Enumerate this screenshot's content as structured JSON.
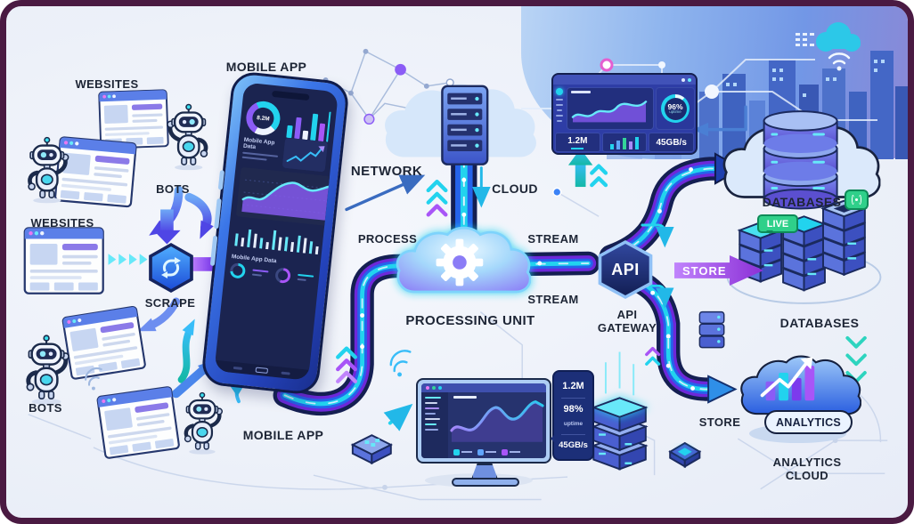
{
  "frame": {
    "border_color": "#4a1a42",
    "background": "#edf1f9"
  },
  "labels": {
    "websites_top": "WEBSITES",
    "bots_top": "BOTS",
    "websites_left": "WEBSITES",
    "scrape": "SCRAPE",
    "bots_bottom": "BOTS",
    "mobile_app_top": "MOBILE APP",
    "mobile_app_bottom": "MOBILE APP",
    "network": "NETWORK",
    "cloud": "CLOUD",
    "process": "PROCESS",
    "stream_top": "STREAM",
    "stream_bottom": "STREAM",
    "processing_unit": "PROCESSING UNIT",
    "api_badge": "API",
    "api_gateway_line1": "API",
    "api_gateway_line2": "GATEWAY",
    "store_top": "STORE",
    "store_bottom": "STORE",
    "databases_top": "DATABASES",
    "databases_bottom": "DATABASES",
    "live_badge": "LIVE",
    "analytics_badge": "ANALYTICS",
    "analytics_cloud_line1": "ANALYTICS",
    "analytics_cloud_line2": "CLOUD"
  },
  "phone": {
    "donut_value": "8.2M",
    "caption": "Mobile App Data"
  },
  "top_dashboard": {
    "gauge_value": "96%",
    "gauge_caption": "uptime",
    "metric_left": "1.2M",
    "metric_right": "45GB/s"
  },
  "callout": {
    "metric_1": "1.2M",
    "metric_2": "98%",
    "metric_2_caption": "uptime",
    "metric_3": "45GB/s"
  },
  "icons": {
    "gear": "gear-icon",
    "sync": "sync-arrows-icon",
    "wifi": "wifi-icon",
    "robot": "bot-robot-icon",
    "db_tag": "database-tag-icon"
  },
  "colors": {
    "pipe_dark": "#141f52",
    "pipe_purple": "#6d28d9",
    "pipe_blue": "#2563eb",
    "pipe_cyan": "#22d3ee",
    "accent_purple": "#a855f7",
    "arrow_blue": "#3b82f6",
    "badge_green": "#2fd08a",
    "panel_navy": "#1c2f78"
  }
}
